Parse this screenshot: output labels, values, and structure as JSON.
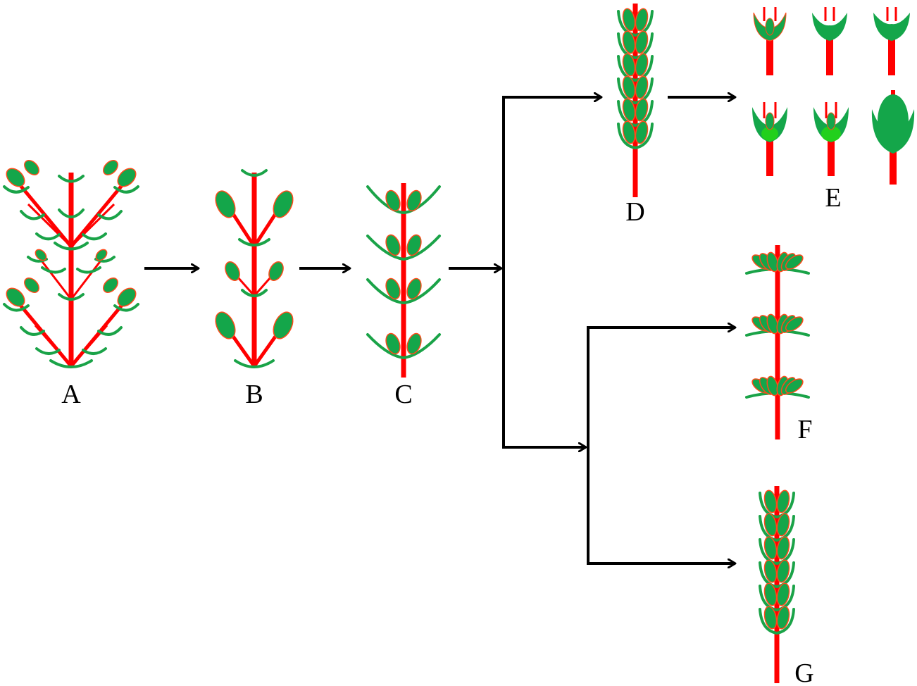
{
  "labels": {
    "a": "A",
    "b": "B",
    "c": "C",
    "d": "D",
    "e": "E",
    "f": "F",
    "g": "G"
  },
  "colors": {
    "axis": "#ff0000",
    "bract": "#1aa348",
    "spikelet_fill": "#14a64a",
    "spikelet_outline": "#ff4a1a",
    "arrow": "#000000",
    "background": "#ffffff"
  }
}
